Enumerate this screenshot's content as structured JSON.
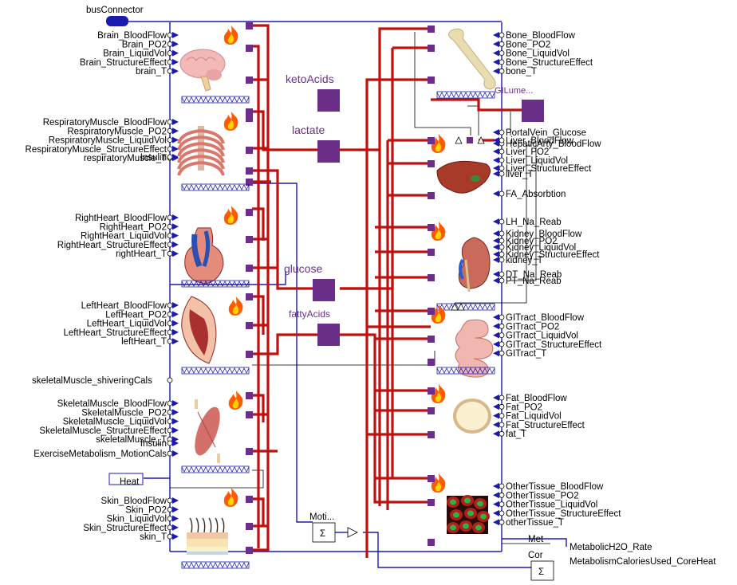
{
  "bus_label": "busConnector",
  "organs_left": [
    {
      "id": "brain",
      "icon": "brain-icon",
      "labels": [
        "Brain_BloodFlow",
        "Brain_PO2",
        "Brain_LiquidVol",
        "Brain_StructureEffect",
        "brain_T"
      ]
    },
    {
      "id": "respiratory",
      "icon": "ribcage-icon",
      "labels": [
        "RespiratoryMuscle_BloodFlow",
        "RespiratoryMuscle_PO2",
        "RespiratoryMuscle_LiquidVol",
        "RespiratoryMuscle_StructureEffect",
        "respiratoryMuscle_T",
        "Insulin"
      ]
    },
    {
      "id": "rightheart",
      "icon": "heart-icon",
      "labels": [
        "RightHeart_BloodFlow",
        "RightHeart_PO2",
        "RightHeart_LiquidVol",
        "RightHeart_StructureEffect",
        "rightHeart_T"
      ]
    },
    {
      "id": "leftheart",
      "icon": "heart-section-icon",
      "labels": [
        "LeftHeart_BloodFlow",
        "LeftHeart_PO2",
        "LeftHeart_LiquidVol",
        "LeftHeart_StructureEffect",
        "leftHeart_T"
      ]
    },
    {
      "id": "skeletal",
      "icon": "muscle-icon",
      "labels": [
        "SkeletalMuscle_BloodFlow",
        "SkeletalMuscle_PO2",
        "SkeletalMuscle_LiquidVol",
        "SkeletalMuscle_StructureEffect",
        "skeletalMuscle_T",
        "Insulin",
        "ExerciseMetabolism_MotionCals"
      ]
    },
    {
      "id": "skin",
      "icon": "skin-layers-icon",
      "labels": [
        "Skin_BloodFlow",
        "Skin_PO2",
        "Skin_LiquidVol",
        "Skin_StructureEffect",
        "skin_T"
      ]
    }
  ],
  "shivering_label": "skeletalMuscle_shiveringCals",
  "organs_right": [
    {
      "id": "bone",
      "icon": "bone-icon",
      "labels": [
        "Bone_BloodFlow",
        "Bone_PO2",
        "Bone_LiquidVol",
        "Bone_StructureEffect",
        "bone_T"
      ]
    },
    {
      "id": "liver",
      "icon": "liver-icon",
      "labels": [
        "PortalVein_Glucose",
        "HepaticArty_BloodFlow",
        "Liver_BloodFlow",
        "Liver_PO2",
        "Liver_LiquidVol",
        "Liver_StructureEffect",
        "liver_T",
        "FA_Absorbtion"
      ]
    },
    {
      "id": "kidney",
      "icon": "kidney-icon",
      "labels": [
        "LH_Na_Reab",
        "Kidney_BloodFlow",
        "Kidney_PO2",
        "Kidney_LiquidVol",
        "Kidney_StructureEffect",
        "kidney_T",
        "DT_Na_Reab",
        "PT_Na_Reab"
      ]
    },
    {
      "id": "gitract",
      "icon": "intestine-icon",
      "labels": [
        "GITract_BloodFlow",
        "GITract_PO2",
        "GITract_LiquidVol",
        "GITract_StructureEffect",
        "GITract_T"
      ]
    },
    {
      "id": "fat",
      "icon": "fat-cell-icon",
      "labels": [
        "Fat_BloodFlow",
        "Fat_PO2",
        "Fat_LiquidVol",
        "Fat_StructureEffect",
        "fat_T"
      ]
    },
    {
      "id": "othertissue",
      "icon": "tissue-cells-icon",
      "labels": [
        "OtherTissue_BloodFlow",
        "OtherTissue_PO2",
        "OtherTissue_LiquidVol",
        "OtherTissue_StructureEffect",
        "otherTissue_T"
      ]
    }
  ],
  "metabolites": [
    "ketoAcids",
    "lactate",
    "glucose",
    "fattyAcids"
  ],
  "glumen_label": "GILume...",
  "heat_label": "Heat",
  "moti_label": "Moti...",
  "met_label": "Met",
  "cor_label": "Cor",
  "sum_symbol": "Σ",
  "outputs": [
    "MetabolicH2O_Rate",
    "MetabolismCaloriesUsed_CoreHeat"
  ],
  "colors": {
    "wire_red": "#c01010",
    "wire_blue": "#1a1ab0",
    "port_purple": "#6b2f8a"
  }
}
